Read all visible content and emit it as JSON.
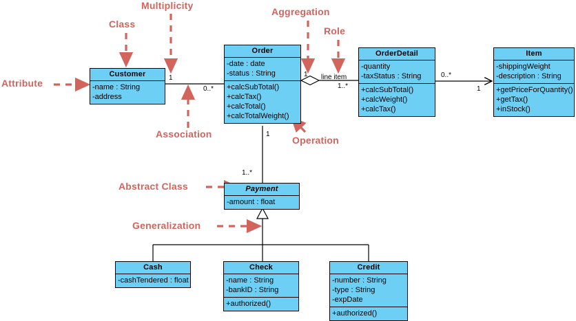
{
  "diagram": {
    "title": "UML Class Diagram",
    "colors": {
      "class_fill": "#6ECFF5",
      "class_border": "#000000",
      "annotation": "#D2645E",
      "background": "#FFFFFF"
    }
  },
  "classes": [
    {
      "id": "customer",
      "name": "Customer",
      "abstract": false,
      "attributes": [
        "-name : String",
        "-address"
      ],
      "operations": []
    },
    {
      "id": "order",
      "name": "Order",
      "abstract": false,
      "attributes": [
        "-date : date",
        "-status : String"
      ],
      "operations": [
        "+calcSubTotal()",
        "+calcTax()",
        "+calcTotal()",
        "+calcTotalWeight()"
      ]
    },
    {
      "id": "orderdetail",
      "name": "OrderDetail",
      "abstract": false,
      "attributes": [
        "-quantity",
        "-taxStatus : String"
      ],
      "operations": [
        "+calcSubTotal()",
        "+calcWeight()",
        "+calcTax()"
      ]
    },
    {
      "id": "item",
      "name": "Item",
      "abstract": false,
      "attributes": [
        "-shippingWeight",
        "-description : String"
      ],
      "operations": [
        "+getPriceForQuantity()",
        "+getTax()",
        "+inStock()"
      ]
    },
    {
      "id": "payment",
      "name": "Payment",
      "abstract": true,
      "attributes": [
        "-amount : float"
      ],
      "operations": []
    },
    {
      "id": "cash",
      "name": "Cash",
      "abstract": false,
      "attributes": [
        "-cashTendered : float"
      ],
      "operations": []
    },
    {
      "id": "check",
      "name": "Check",
      "abstract": false,
      "attributes": [
        "-name : String",
        "-bankID : String"
      ],
      "operations": [
        "+authorized()"
      ]
    },
    {
      "id": "credit",
      "name": "Credit",
      "abstract": false,
      "attributes": [
        "-number : String",
        "-type : String",
        "-expDate"
      ],
      "operations": [
        "+authorized()"
      ]
    }
  ],
  "edge_labels": {
    "customer_order_src": "1",
    "customer_order_tgt": "0..*",
    "order_detail_src": "1",
    "order_detail_role": "line item",
    "order_detail_tgt": "1..*",
    "detail_item_src": "0..*",
    "detail_item_tgt": "1",
    "order_payment_src": "1",
    "order_payment_tgt": "1..*"
  },
  "annotations": [
    {
      "id": "class",
      "label": "Class"
    },
    {
      "id": "multiplicity",
      "label": "Multiplicity"
    },
    {
      "id": "aggregation",
      "label": "Aggregation"
    },
    {
      "id": "role",
      "label": "Role"
    },
    {
      "id": "attribute",
      "label": "Attribute"
    },
    {
      "id": "association",
      "label": "Association"
    },
    {
      "id": "operation",
      "label": "Operation"
    },
    {
      "id": "abstract_class",
      "label": "Abstract Class"
    },
    {
      "id": "generalization",
      "label": "Generalization"
    }
  ]
}
